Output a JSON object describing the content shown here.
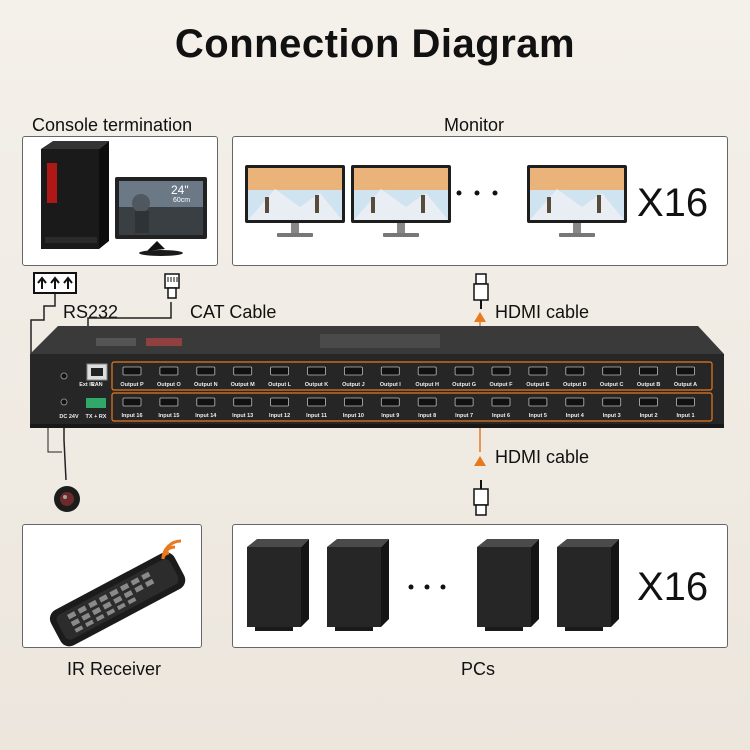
{
  "title": "Connection Diagram",
  "labels": {
    "console": "Console termination",
    "monitor": "Monitor",
    "rs232": "RS232",
    "cat_cable": "CAT Cable",
    "hdmi_top": "HDMI cable",
    "hdmi_bottom": "HDMI cable",
    "ir_receiver": "IR Receiver",
    "pcs": "PCs",
    "x16_monitors": "X16",
    "x16_pcs": "X16",
    "monitor_size": "24\"",
    "monitor_size_cm": "60cm"
  },
  "device": {
    "lan": "LAN",
    "ext_ir": "Ext IR",
    "dc": "DC 24V",
    "txrx": "TX + RX",
    "outputs": [
      "Output P",
      "Output O",
      "Output N",
      "Output M",
      "Output L",
      "Output K",
      "Output J",
      "Output I",
      "Output H",
      "Output G",
      "Output F",
      "Output E",
      "Output D",
      "Output C",
      "Output B",
      "Output A"
    ],
    "inputs": [
      "Input 16",
      "Input 15",
      "Input 14",
      "Input 13",
      "Input 12",
      "Input 11",
      "Input 10",
      "Input 9",
      "Input 8",
      "Input 7",
      "Input 6",
      "Input 5",
      "Input 4",
      "Input 3",
      "Input 2",
      "Input 1"
    ]
  },
  "colors": {
    "accent": "#e8791f",
    "device_body": "#2b2b2b",
    "frame": "#666666"
  },
  "icons": [
    "rs232-connector-icon",
    "rj45-plug-icon",
    "hdmi-plug-icon",
    "wifi-signal-icon",
    "arrow-up-icon"
  ]
}
